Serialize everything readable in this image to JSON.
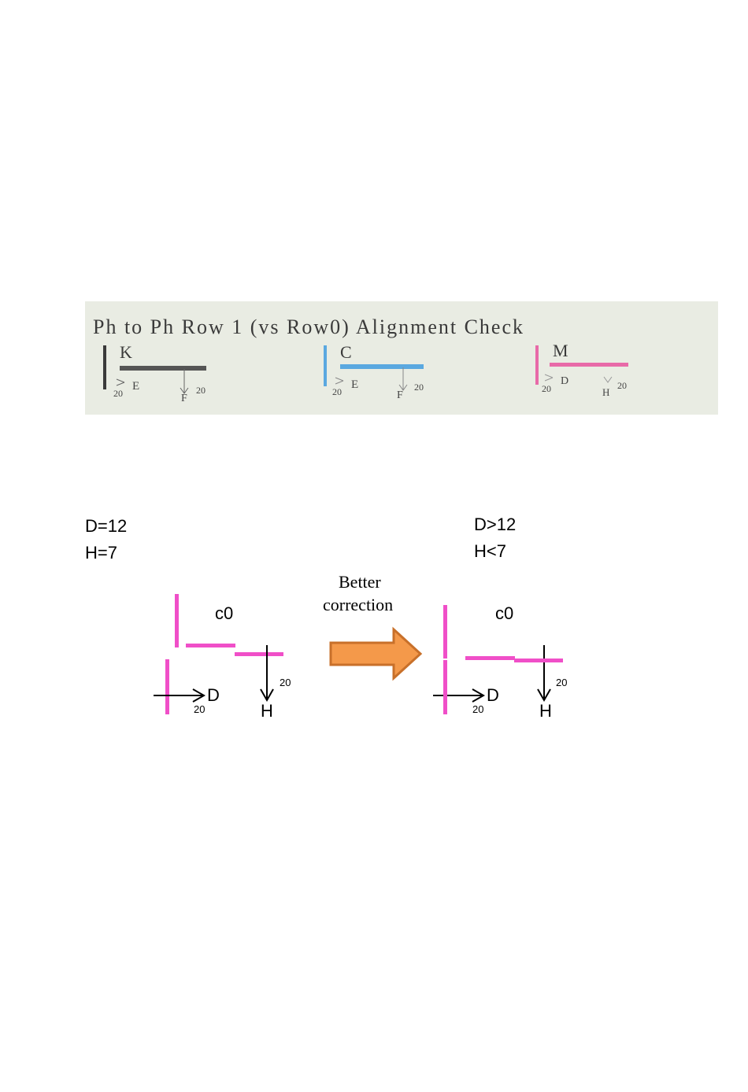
{
  "photo": {
    "title": "Ph to Ph Row 1 (vs Row0) Alignment Check",
    "groups": [
      {
        "letter": "K",
        "arrow_label": "E",
        "offset_label": "20",
        "down_label": "F",
        "down_offset": "20",
        "color": "#3a3a3a"
      },
      {
        "letter": "C",
        "arrow_label": "E",
        "offset_label": "20",
        "down_label": "F",
        "down_offset": "20",
        "color": "#5aa8e0"
      },
      {
        "letter": "M",
        "arrow_label": "D",
        "offset_label": "20",
        "down_label": "H",
        "down_offset": "20",
        "color": "#e86aa8"
      }
    ]
  },
  "left_values": {
    "line1": "D=12",
    "line2": "H=7"
  },
  "right_values": {
    "line1": "D>12",
    "line2": "H<7"
  },
  "arrow": {
    "line1": "Better",
    "line2": "correction",
    "color": "#f4994a",
    "border": "#c8702a"
  },
  "left_diagram": {
    "label": "c0",
    "d_label": "D",
    "d_offset": "20",
    "h_label": "H",
    "h_offset": "20"
  },
  "right_diagram": {
    "label": "c0",
    "d_label": "D",
    "d_offset": "20",
    "h_label": "H",
    "h_offset": "20"
  },
  "magenta": "#f04fc8"
}
